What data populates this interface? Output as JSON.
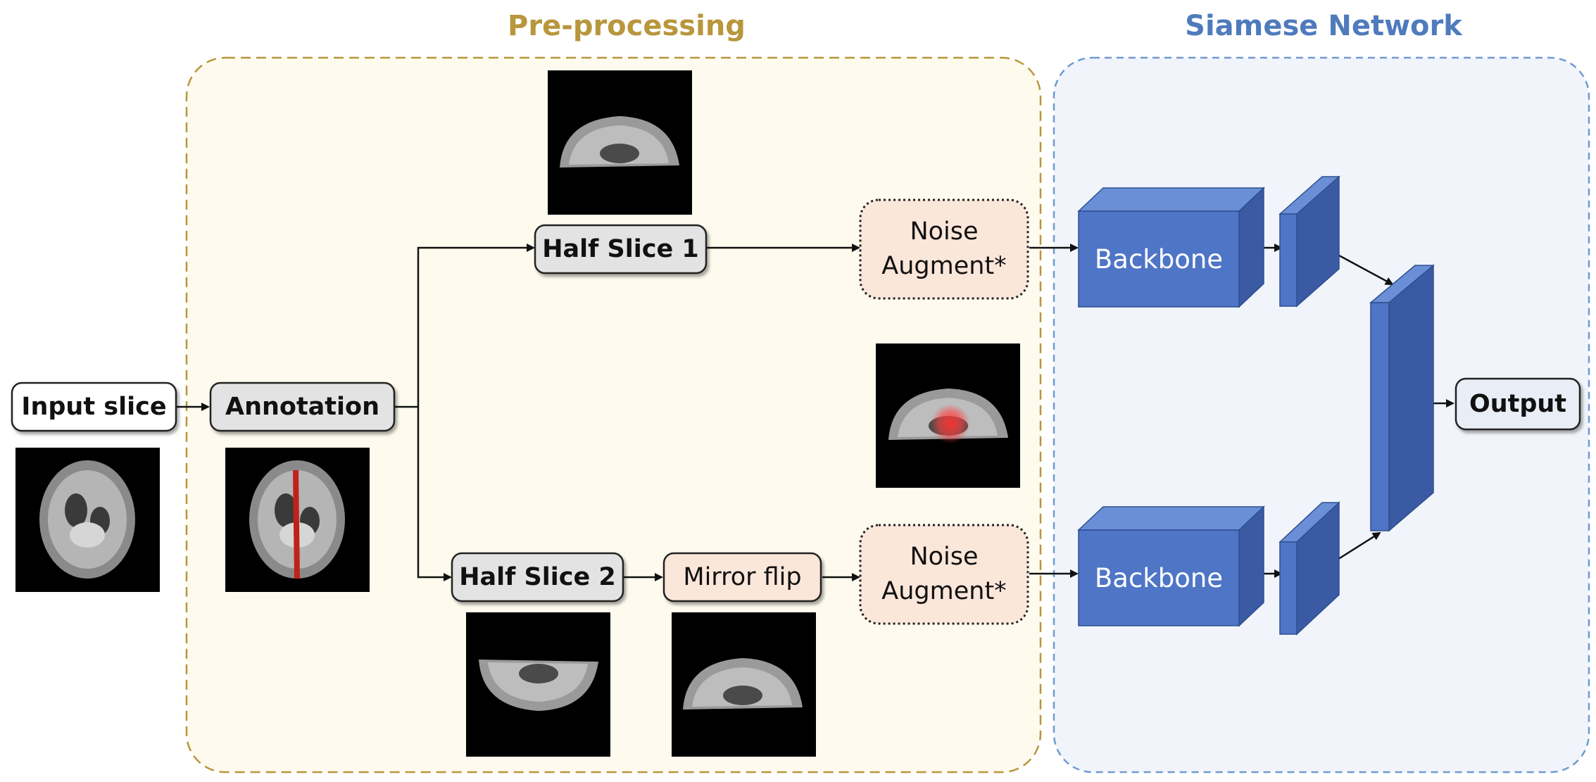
{
  "sections": {
    "preprocessing": {
      "title": "Pre-processing",
      "color": "#b8963c"
    },
    "siamese": {
      "title": "Siamese Network",
      "color": "#4f7bbd"
    }
  },
  "nodes": {
    "input_slice": "Input slice",
    "annotation": "Annotation",
    "half_slice_1": "Half Slice 1",
    "half_slice_2": "Half Slice 2",
    "mirror_flip": "Mirror flip",
    "noise_augment_top": "Noise\nAugment*",
    "noise_augment_bottom": "Noise\nAugment*",
    "backbone_top": "Backbone",
    "backbone_bottom": "Backbone",
    "output": "Output"
  },
  "colors": {
    "pre_bg": "#fefbee",
    "siamese_bg": "#f1f5fb",
    "gray_box": "#e3e3e3",
    "peach_box": "#fbe6da",
    "output_box": "#e9eef6",
    "block_front": "#4f75c6",
    "block_top": "#6b8fd6",
    "block_side": "#3a5ba3",
    "annotation_line": "#c0221b",
    "lesion": "#ff3030"
  },
  "thumbnails": [
    "input-slice-image",
    "annotation-image",
    "half-slice-1-image",
    "half-slice-2-image",
    "mirror-flip-image",
    "lesion-half-slice-image"
  ]
}
